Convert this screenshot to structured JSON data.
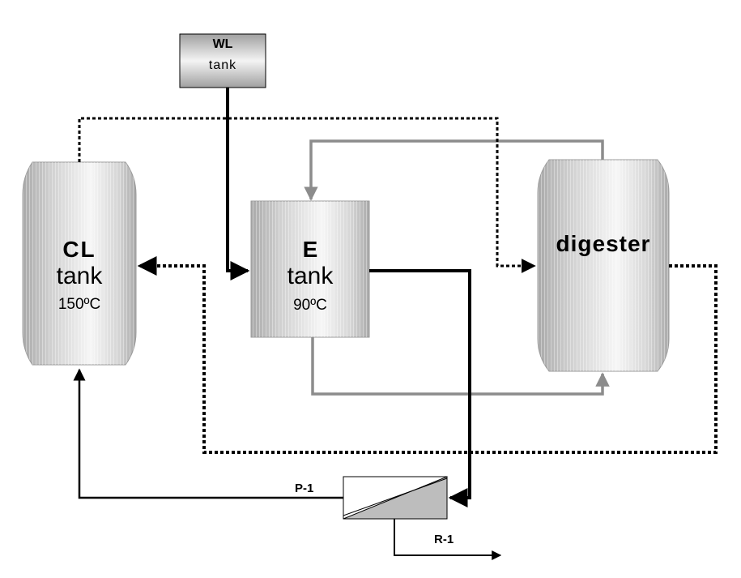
{
  "units": {
    "wl_tank": {
      "name": "WL",
      "sub": "tank"
    },
    "cl_tank": {
      "name": "CL",
      "sub": "tank",
      "temp": "150ºC"
    },
    "e_tank": {
      "name": "E",
      "sub": "tank",
      "temp": "90ºC"
    },
    "digester": {
      "name": "digester"
    }
  },
  "streams": {
    "p1": "P-1",
    "r1": "R-1"
  },
  "colors": {
    "black_stream": "#000000",
    "gray_stream": "#8c8c8c",
    "tank_light": "#f2f2f2",
    "tank_dark": "#b4b4b4"
  }
}
